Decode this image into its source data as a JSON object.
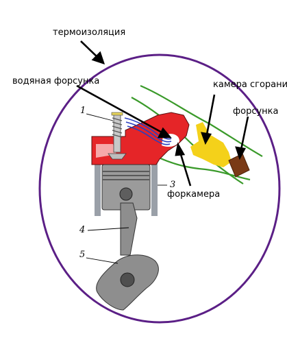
{
  "labels": {
    "insulation": "термоизоляция",
    "water_injector": "водяная форсунка",
    "combustion_chamber": "камера сгорания",
    "injector": "форсунка",
    "prechamber": "форкамера"
  },
  "part_numbers": [
    "1",
    "3",
    "4",
    "5"
  ],
  "colors": {
    "ellipse": "#5b1f86",
    "head": "#e52528",
    "cylinder_wall": "#9aa0a8",
    "cylinder_interior": "#ffffff",
    "water_pipes": "#2a3fbf",
    "fuel_spray": "#f4d11a",
    "injector_body": "#7a3a16",
    "green_lines": "#3a9a2a",
    "piston": "#9b9b9b",
    "rod": "#8e8e8e",
    "crank": "#8e8e8e"
  }
}
